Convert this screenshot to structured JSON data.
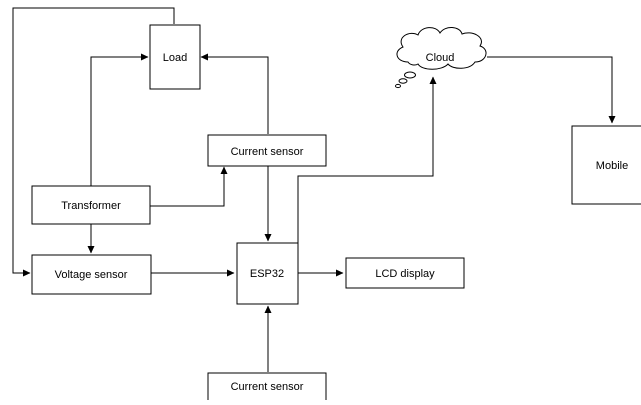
{
  "diagram": {
    "nodes": {
      "load": {
        "label": "Load"
      },
      "current_sensor_top": {
        "label": "Current sensor"
      },
      "transformer": {
        "label": "Transformer"
      },
      "voltage_sensor": {
        "label": "Voltage sensor"
      },
      "esp32": {
        "label": "ESP32"
      },
      "lcd_display": {
        "label": "LCD display"
      },
      "current_sensor_bottom": {
        "label": "Current sensor"
      },
      "cloud": {
        "label": "Cloud"
      },
      "mobile": {
        "label": "Mobile"
      }
    },
    "connections": [
      {
        "from": "transformer",
        "to": "load"
      },
      {
        "from": "transformer",
        "to": "voltage_sensor"
      },
      {
        "from": "transformer",
        "to": "current_sensor_top"
      },
      {
        "from": "current_sensor_top",
        "to": "load"
      },
      {
        "from": "current_sensor_top",
        "to": "esp32"
      },
      {
        "from": "load",
        "to": "voltage_sensor"
      },
      {
        "from": "voltage_sensor",
        "to": "esp32"
      },
      {
        "from": "esp32",
        "to": "lcd_display"
      },
      {
        "from": "current_sensor_bottom",
        "to": "esp32"
      },
      {
        "from": "esp32",
        "to": "cloud"
      },
      {
        "from": "cloud",
        "to": "mobile"
      }
    ]
  },
  "colors": {
    "stroke": "#000000",
    "fill": "#ffffff",
    "text": "#000000"
  }
}
